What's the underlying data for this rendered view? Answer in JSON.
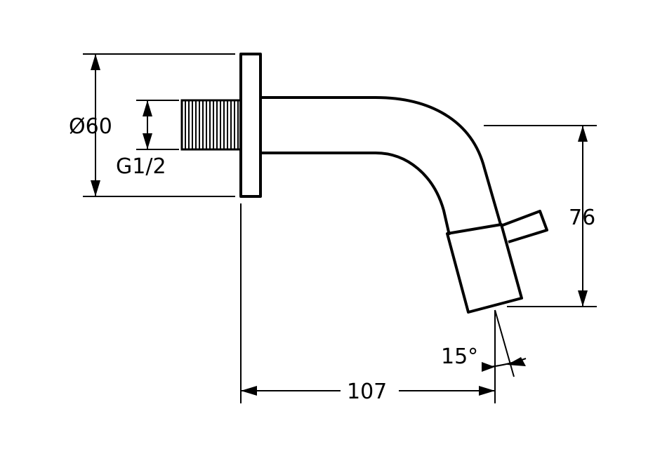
{
  "dimensions": {
    "flange_diameter": "Ø60",
    "thread": "G1/2",
    "outlet_height": "76",
    "projection": "107",
    "angle": "15°"
  }
}
